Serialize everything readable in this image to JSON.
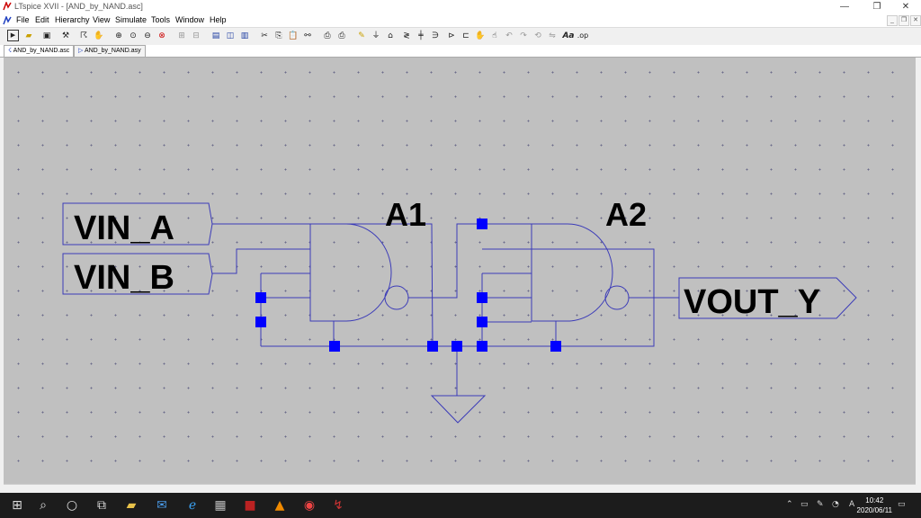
{
  "window": {
    "title": "LTspice XVII - [AND_by_NAND.asc]",
    "controls": {
      "minimize": "—",
      "restore": "❐",
      "close": "✕"
    }
  },
  "menu": [
    "File",
    "Edit",
    "Hierarchy",
    "View",
    "Simulate",
    "Tools",
    "Window",
    "Help"
  ],
  "toolbar": {
    "text_tool": "Aa",
    "spice_directive": ".op"
  },
  "tabs": [
    {
      "label": "AND_by_NAND.asc",
      "active": true
    },
    {
      "label": "AND_by_NAND.asy",
      "active": false
    }
  ],
  "schematic": {
    "labels": {
      "vin_a": "VIN_A",
      "vin_b": "VIN_B",
      "vout_y": "VOUT_Y",
      "a1": "A1",
      "a2": "A2"
    },
    "colors": {
      "canvas": "#c0c0c0",
      "wire": "#3b3bb8",
      "junction": "#0000ff",
      "text": "#000000"
    }
  },
  "taskbar": {
    "time": "10:42",
    "date": "2020/06/11",
    "ime": "A"
  }
}
